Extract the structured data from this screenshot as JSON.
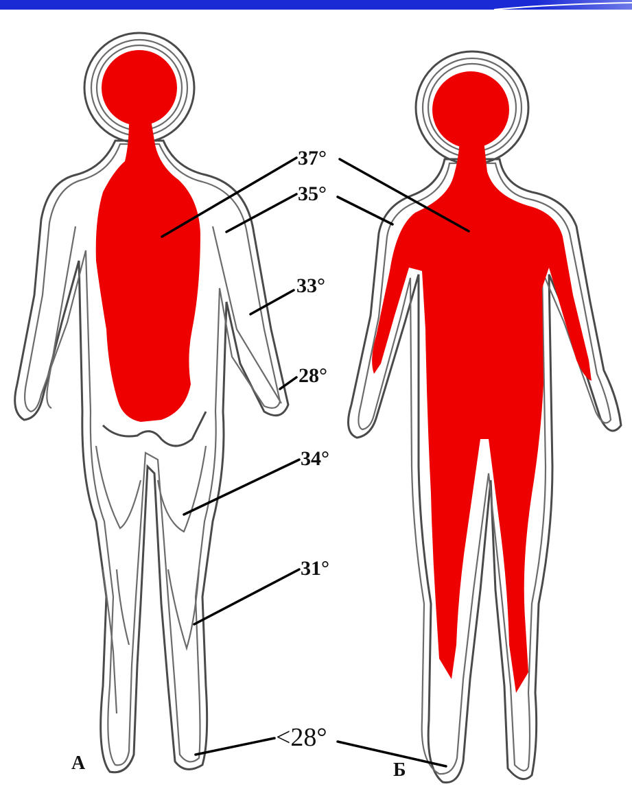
{
  "colors": {
    "core_red": "#ee0000",
    "top_bar_blue": "#1a2bd6",
    "contour": "#4a4a4a",
    "background": "#ffffff"
  },
  "figures": [
    {
      "letter": "А",
      "description_core": "core confined to head and trunk"
    },
    {
      "letter": "Б",
      "description_core": "core extends to limbs"
    }
  ],
  "labels": {
    "t37": "37°",
    "t35": "35°",
    "t33": "33°",
    "t28_hand": "28°",
    "t34": "34°",
    "t31": "31°",
    "t28_foot": "<28°"
  }
}
